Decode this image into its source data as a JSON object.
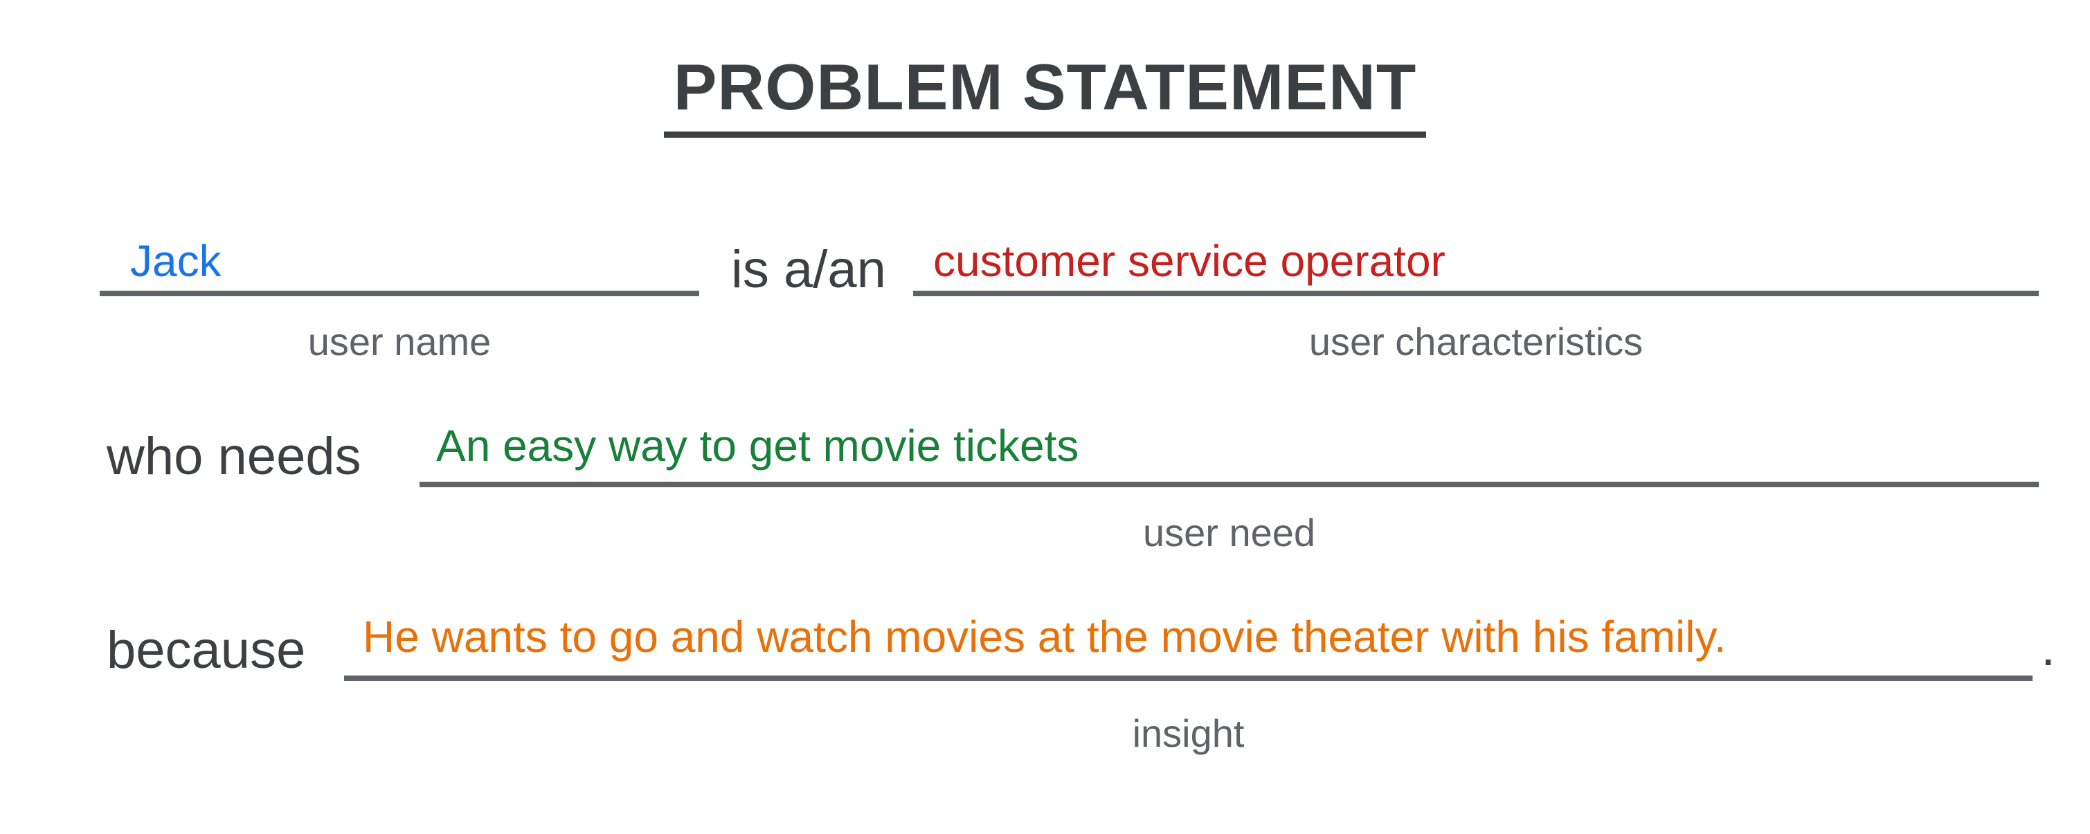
{
  "title": "PROBLEM STATEMENT",
  "colors": {
    "title_text": "#3C4043",
    "connector_text": "#3C4043",
    "label_text": "#5F6368",
    "line": "#5F6368",
    "user_name": "#1A73E8",
    "user_characteristics": "#C5221F",
    "user_need": "#188038",
    "insight": "#E8710A"
  },
  "statement": {
    "user_name": {
      "value": "Jack",
      "label": "user name"
    },
    "connector_is": "is a/an",
    "user_characteristics": {
      "value": "customer service operator",
      "label": "user characteristics"
    },
    "connector_who_needs": "who needs",
    "user_need": {
      "value": "An easy way to get movie tickets",
      "label": "user need"
    },
    "connector_because": "because",
    "insight": {
      "value": "He wants to go and watch movies at the movie theater with his family.",
      "label": "insight"
    },
    "sentence_period": "."
  }
}
